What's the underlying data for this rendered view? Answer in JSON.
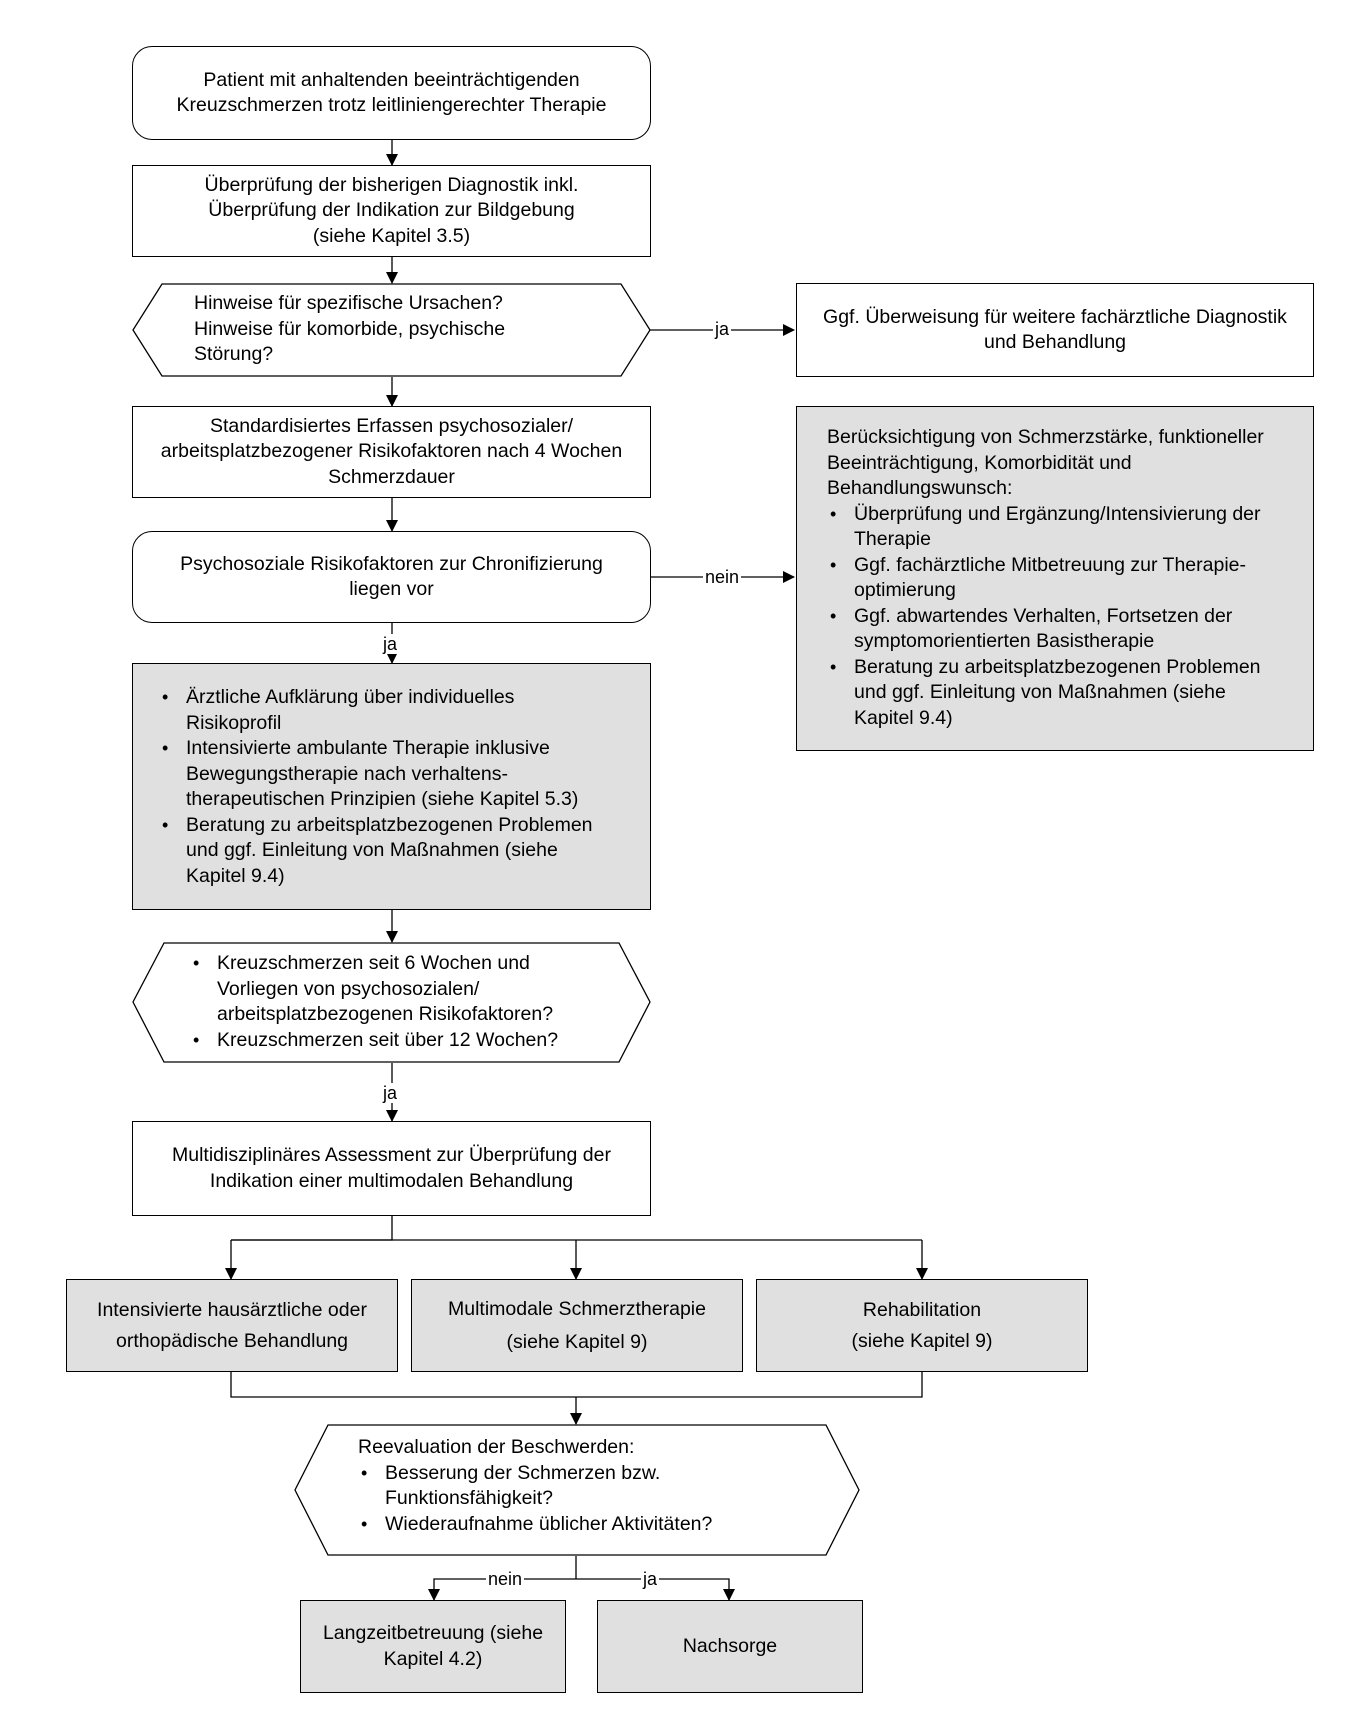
{
  "start": {
    "lines": [
      "Patient mit anhaltenden beeinträchtigenden",
      "Kreuzschmerzen trotz leitliniengerechter Therapie"
    ]
  },
  "diag_check": {
    "lines": [
      "Überprüfung der bisherigen Diagnostik inkl.",
      "Überprüfung der Indikation zur Bildgebung",
      "(siehe Kapitel 3.5)"
    ]
  },
  "decision_causes": {
    "lines": [
      "Hinweise für spezifische Ursachen?",
      "Hinweise für komorbide, psychische",
      "Störung?"
    ]
  },
  "referral": {
    "lines": [
      "Ggf. Überweisung für weitere fachärztliche Diagnostik",
      "und Behandlung"
    ]
  },
  "screening": {
    "lines": [
      "Standardisiertes Erfassen psychosozialer/",
      "arbeitsplatzbezogener Risikofaktoren nach 4 Wochen",
      "Schmerzdauer"
    ]
  },
  "decision_risk": {
    "lines": [
      "Psychosoziale Risikofaktoren zur Chronifizierung",
      "liegen vor"
    ]
  },
  "consider_box": {
    "intro_lines": [
      "Berücksichtigung von Schmerzstärke, funktioneller",
      "Beeinträchtigung, Komorbidität und",
      "Behandlungswunsch:"
    ],
    "bullets": [
      [
        "Überprüfung und Ergänzung/Intensivierung der",
        "Therapie"
      ],
      [
        "Ggf. fachärztliche Mitbetreuung zur Therapie-",
        "optimierung"
      ],
      [
        "Ggf. abwartendes Verhalten, Fortsetzen der",
        "symptomorientierten Basistherapie"
      ],
      [
        "Beratung zu arbeitsplatzbezogenen Problemen",
        "und ggf. Einleitung von Maßnahmen (siehe",
        "Kapitel 9.4)"
      ]
    ]
  },
  "risk_measures": {
    "bullets": [
      [
        "Ärztliche Aufklärung über individuelles",
        "Risikoprofil"
      ],
      [
        "Intensivierte ambulante Therapie inklusive",
        "Bewegungstherapie nach verhaltens-",
        "therapeutischen Prinzipien (siehe Kapitel 5.3)"
      ],
      [
        "Beratung zu arbeitsplatzbezogenen Problemen",
        "und ggf. Einleitung von Maßnahmen (siehe",
        "Kapitel 9.4)"
      ]
    ]
  },
  "decision_duration": {
    "bullets": [
      [
        "Kreuzschmerzen seit 6 Wochen und",
        "Vorliegen von psychosozialen/",
        "arbeitsplatzbezogenen Risikofaktoren?"
      ],
      [
        "Kreuzschmerzen seit über 12 Wochen?"
      ]
    ]
  },
  "assessment": {
    "lines": [
      "Multidisziplinäres Assessment zur Überprüfung der",
      "Indikation einer multimodalen Behandlung"
    ]
  },
  "option_gp": {
    "lines": [
      "Intensivierte hausärztliche oder",
      "orthopädische Behandlung"
    ]
  },
  "option_multimodal": {
    "lines": [
      "Multimodale Schmerztherapie",
      "(siehe Kapitel 9)"
    ]
  },
  "option_rehab": {
    "lines": [
      "Rehabilitation",
      "(siehe Kapitel 9)"
    ]
  },
  "reevaluation": {
    "intro": "Reevaluation der Beschwerden:",
    "bullets": [
      [
        "Besserung der Schmerzen bzw.",
        "Funktionsfähigkeit?"
      ],
      [
        "Wiederaufnahme üblicher Aktivitäten?"
      ]
    ]
  },
  "longterm": {
    "lines": [
      "Langzeitbetreuung (siehe",
      "Kapitel 4.2)"
    ]
  },
  "aftercare": {
    "lines": [
      "Nachsorge"
    ]
  },
  "labels": {
    "yes": "ja",
    "no": "nein"
  }
}
